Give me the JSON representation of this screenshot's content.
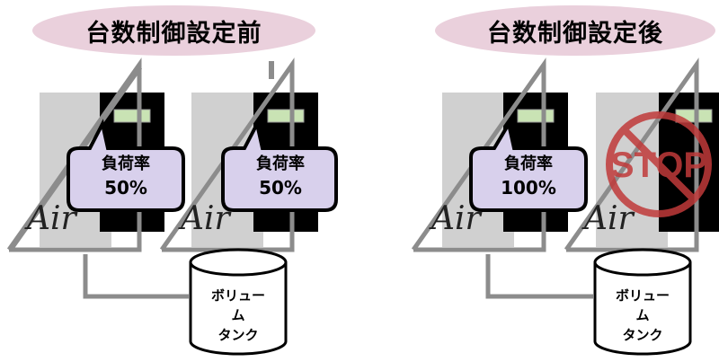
{
  "titles": {
    "before": "台数制御設定前",
    "after": "台数制御設定後"
  },
  "units": [
    {
      "air": "Air",
      "load_label": "負荷率",
      "load_value": "50%"
    },
    {
      "air": "Air",
      "load_label": "負荷率",
      "load_value": "50%"
    },
    {
      "air": "Air",
      "load_label": "負荷率",
      "load_value": "100%"
    },
    {
      "air": "Air",
      "stop": "STOP"
    }
  ],
  "tanks": {
    "before": {
      "line1": "ボリュー",
      "line2": "ム",
      "line3": "タンク"
    },
    "after": {
      "line1": "ボリュー",
      "line2": "ム",
      "line3": "タンク"
    }
  },
  "colors": {
    "title_pill": "#ead0dc",
    "panel_gray": "#d0d0d0",
    "frame_line": "#8c8c8c",
    "unit_body": "#000000",
    "indicator": "#c9e3b4",
    "bubble_fill": "#d8d0ec",
    "stop_red": "#c03a3a"
  }
}
